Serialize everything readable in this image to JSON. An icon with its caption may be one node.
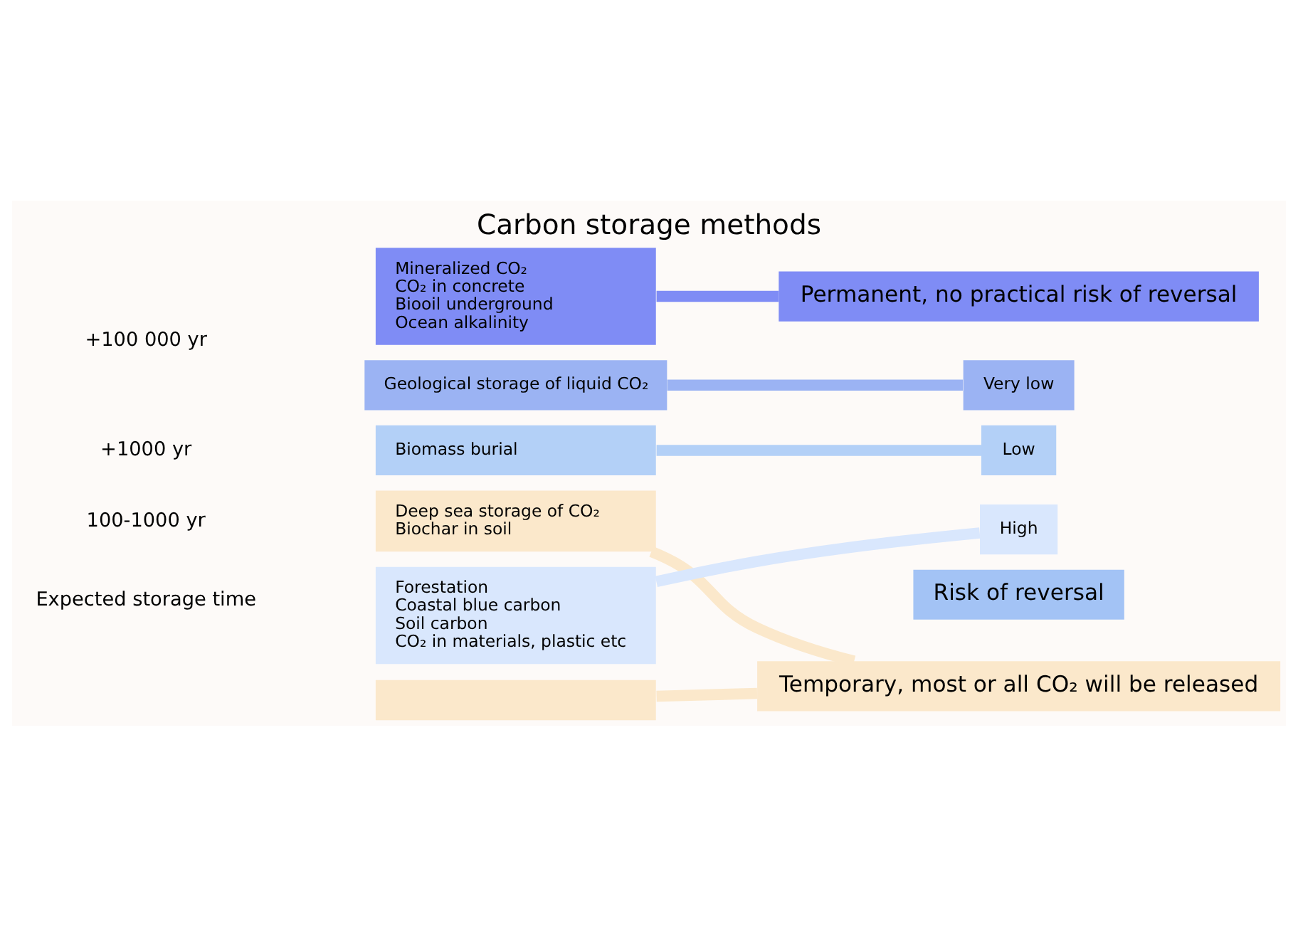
{
  "diagram": {
    "title": "Carbon storage methods",
    "nodes": [
      {
        "text": [
          "Mineralized CO₂",
          "CO₂ in concrete",
          "Biooil underground",
          "Ocean alkalinity"
        ]
      },
      {
        "text": [
          "Permanent, no practical risk of reversal"
        ]
      },
      {
        "text": [
          "Geological storage of liquid CO₂"
        ]
      },
      {
        "text": [
          "Biomass burial"
        ]
      },
      {
        "text": [
          "Deep sea storage of CO₂",
          "Biochar in soil"
        ]
      },
      {
        "text": [
          "Forestation",
          "Coastal blue carbon",
          "Soil carbon",
          "CO₂ in materials, plastic etc"
        ]
      },
      {
        "text": [],
        "shape": "box"
      },
      {
        "text": [
          "Very low"
        ]
      },
      {
        "text": [
          "Low"
        ]
      },
      {
        "text": [
          "High"
        ]
      },
      {
        "text": [
          "Risk of reversal"
        ]
      },
      {
        "text": [
          "Temporary, most or all CO₂ will be released"
        ]
      }
    ],
    "edges": [
      {
        "from": 0,
        "to": 1,
        "arrow": "none",
        "color": "#7f8cf5"
      },
      {
        "from": 2,
        "to": 7,
        "arrow": "none",
        "color": "#9bb3f3"
      },
      {
        "from": 3,
        "to": 8,
        "arrow": "none",
        "color": "#b3d0f7"
      },
      {
        "from": 5,
        "to": 9,
        "arrow": "none",
        "color": "#d9e7fd"
      },
      {
        "from": 4,
        "to": 11,
        "arrow": "none",
        "color": "#fbe8cb"
      },
      {
        "from": 6,
        "to": 11,
        "arrow": "none",
        "color": "#fbe8cb"
      }
    ],
    "labels": [
      "+100 000 yr",
      "+1000 yr",
      "100-1000 yr",
      "Expected storage time"
    ]
  }
}
